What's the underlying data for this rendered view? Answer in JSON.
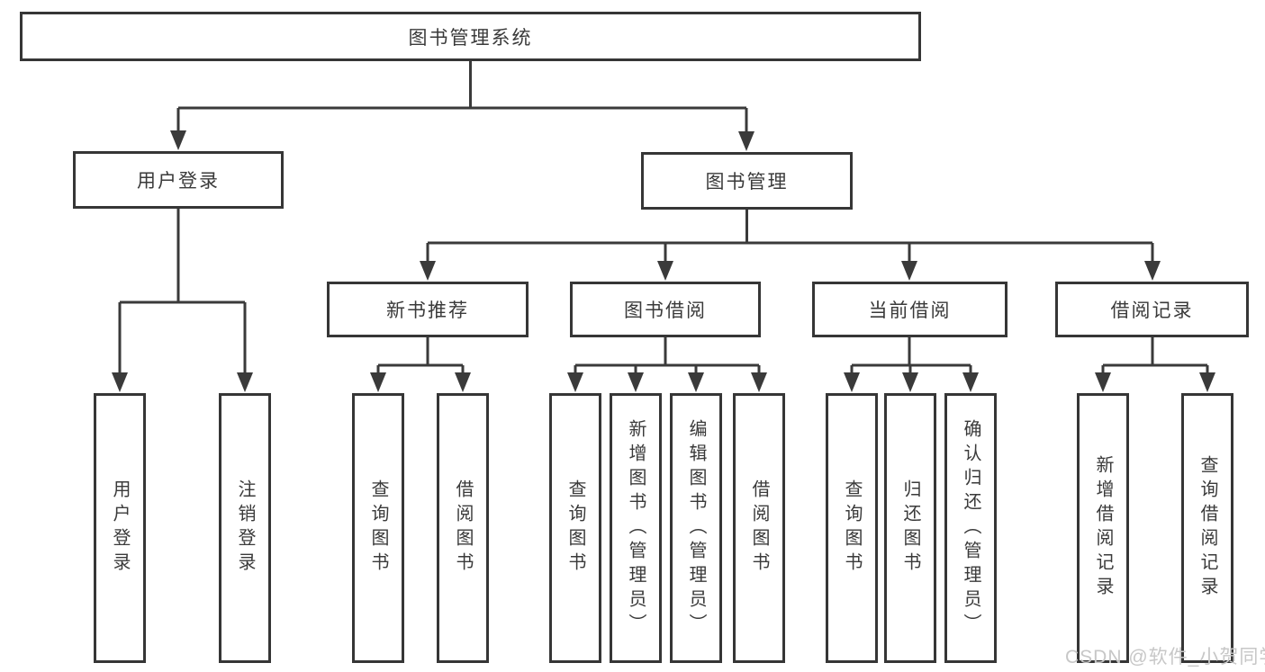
{
  "diagram": {
    "root": {
      "label": "图书管理系统"
    },
    "level2": {
      "login": {
        "label": "用户登录"
      },
      "mgmt": {
        "label": "图书管理"
      }
    },
    "level3": {
      "newbook": {
        "label": "新书推荐"
      },
      "borrow": {
        "label": "图书借阅"
      },
      "current": {
        "label": "当前借阅"
      },
      "records": {
        "label": "借阅记录"
      }
    },
    "leaves": {
      "login": [
        "用户登录",
        "注销登录"
      ],
      "newbook": [
        "查询图书",
        "借阅图书"
      ],
      "borrow": [
        "查询图书",
        "新增图书（管理员）",
        "编辑图书（管理员）",
        "借阅图书"
      ],
      "current": [
        "查询图书",
        "归还图书",
        "确认归还（管理员）"
      ],
      "records": [
        "新增借阅记录",
        "查询借阅记录"
      ]
    }
  },
  "watermark": {
    "text": "CSDN @软件_小贺同学"
  },
  "colors": {
    "line": "#3a3a3a",
    "border": "#363636",
    "text": "#3a3a3a",
    "watermark": "#c7c7c7",
    "background": "#ffffff"
  }
}
